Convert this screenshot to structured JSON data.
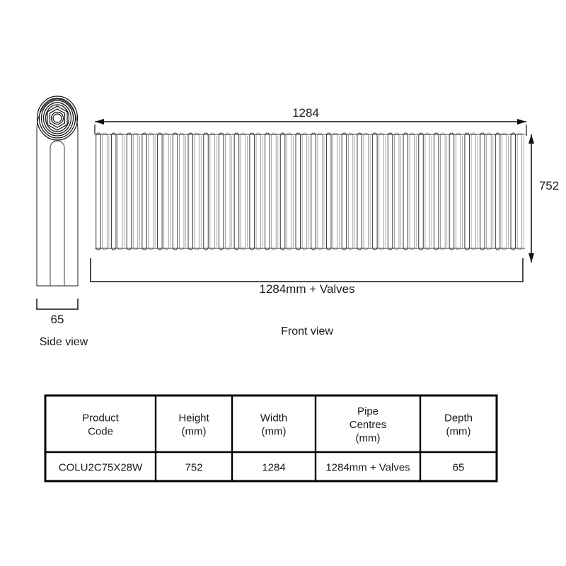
{
  "drawing": {
    "type": "technical-dimension-drawing",
    "subject": "2 column horizontal radiator",
    "views": [
      {
        "id": "side",
        "label": "Side view"
      },
      {
        "id": "front",
        "label": "Front view"
      }
    ],
    "dimensions": {
      "overall_width": "1284",
      "overall_height": "752",
      "depth": "65",
      "pipe_centres": "1284mm + Valves"
    },
    "front_view": {
      "column_count": 28,
      "width_dimension_label": "1284",
      "height_dimension_label": "752",
      "pipe_centres_label": "1284mm + Valves",
      "view_label": "Front view"
    },
    "side_view": {
      "depth_label": "65",
      "view_label": "Side view"
    }
  },
  "spec_table": {
    "headers": [
      {
        "line1": "Product",
        "line2": "Code",
        "line3": ""
      },
      {
        "line1": "Height",
        "line2": "(mm)",
        "line3": ""
      },
      {
        "line1": "Width",
        "line2": "(mm)",
        "line3": ""
      },
      {
        "line1": "Pipe",
        "line2": "Centres",
        "line3": "(mm)"
      },
      {
        "line1": "Depth",
        "line2": "(mm)",
        "line3": ""
      }
    ],
    "rows": [
      {
        "product_code": "COLU2C75X28W",
        "height": "752",
        "width": "1284",
        "pipe_centres": "1284mm + Valves",
        "depth": "65"
      }
    ]
  },
  "colors": {
    "ink": "#1a1a1a",
    "line": "#111111",
    "shade": "#8a8a8a",
    "background": "#ffffff"
  }
}
